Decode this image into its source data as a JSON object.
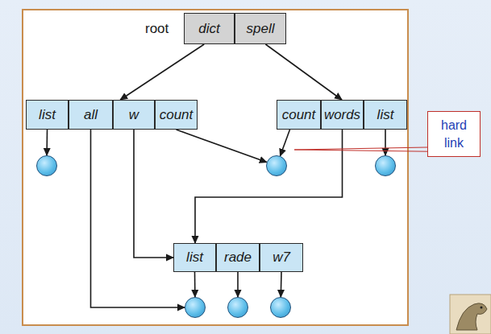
{
  "diagram": {
    "nodes": [
      {
        "text": [
          "root"
        ]
      },
      {
        "text": [
          "dict"
        ],
        "in": 0
      },
      {
        "text": [
          "spell"
        ],
        "in": 0
      },
      {
        "text": []
      },
      {
        "text": [
          "list"
        ],
        "in": 3
      },
      {
        "text": [
          "all"
        ],
        "in": 3
      },
      {
        "text": [
          "w"
        ],
        "in": 3
      },
      {
        "text": [
          "count"
        ],
        "in": 3
      },
      {
        "text": []
      },
      {
        "text": [
          "count"
        ],
        "in": 8
      },
      {
        "text": [
          "words"
        ],
        "in": 8
      },
      {
        "text": [
          "list"
        ],
        "in": 8
      },
      {
        "text": [
          "hard link"
        ]
      },
      {
        "text": []
      },
      {
        "text": []
      },
      {
        "text": []
      },
      {
        "text": []
      },
      {
        "text": [
          "list"
        ],
        "in": 16
      },
      {
        "text": [
          "rade"
        ],
        "in": 16
      },
      {
        "text": [
          "w7"
        ],
        "in": 16
      },
      {
        "text": []
      },
      {
        "text": []
      },
      {
        "text": []
      }
    ],
    "edges": [
      {
        "from": 1,
        "to": 3,
        "arrow": "to"
      },
      {
        "from": 2,
        "to": 8,
        "arrow": "to"
      },
      {
        "from": 4,
        "to": 13,
        "arrow": "to"
      },
      {
        "from": 5,
        "to": 20,
        "arrow": "to"
      },
      {
        "from": 6,
        "to": 16,
        "arrow": "to"
      },
      {
        "from": 7,
        "to": 14,
        "arrow": "to"
      },
      {
        "from": 9,
        "to": 14,
        "arrow": "to"
      },
      {
        "from": 10,
        "to": 16,
        "arrow": "to"
      },
      {
        "from": 11,
        "to": 15,
        "arrow": "to"
      },
      {
        "from": 17,
        "to": 20,
        "arrow": "to"
      },
      {
        "from": 18,
        "to": 21,
        "arrow": "to"
      },
      {
        "from": 19,
        "to": 22,
        "arrow": "to"
      },
      {
        "from": 12,
        "to": 14,
        "arrow": "none"
      }
    ]
  }
}
